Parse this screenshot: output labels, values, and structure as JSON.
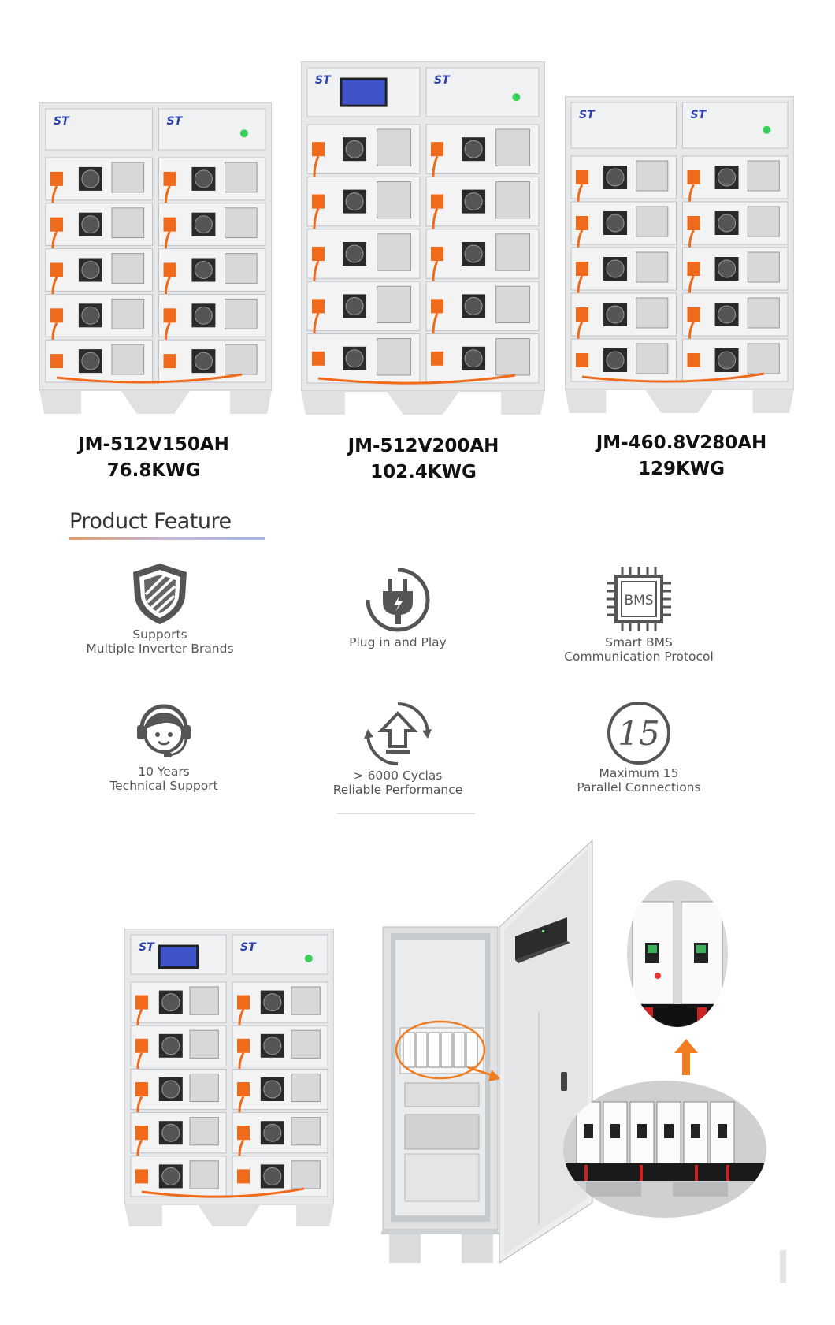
{
  "products": [
    {
      "model": "JM-512V150AH",
      "capacity": "76.8KWG"
    },
    {
      "model": "JM-512V200AH",
      "capacity": "102.4KWG"
    },
    {
      "model": "JM-460.8V280AH",
      "capacity": "129KWG"
    }
  ],
  "brand_logo_text": "ST",
  "bms_chip_text": "BMS",
  "section_title": "Product Feature",
  "features": [
    {
      "icon": "shield-icon",
      "line1": "Supports",
      "line2": "Multiple Inverter Brands"
    },
    {
      "icon": "plug-icon",
      "line1": "Plug in and Play",
      "line2": ""
    },
    {
      "icon": "bms-chip-icon",
      "line1": "Smart BMS",
      "line2": "Communication Protocol"
    },
    {
      "icon": "support-agent-icon",
      "line1": "10 Years",
      "line2": "Technical Support"
    },
    {
      "icon": "cycle-icon",
      "line1": "> 6000 Cyclas",
      "line2": "Reliable Performance"
    },
    {
      "icon": "number-15-icon",
      "line1": "Maximum 15",
      "line2": "Parallel Connections"
    }
  ],
  "number_15_text": "15",
  "colors": {
    "cabinet": "#e7e8ea",
    "cabinet_dark": "#c9ccd0",
    "module": "#f3f3f3",
    "cable_orange": "#f06a1c",
    "icon_gray": "#555555",
    "accent_orange": "#f07d20",
    "screen_blue": "#3f54c8"
  }
}
